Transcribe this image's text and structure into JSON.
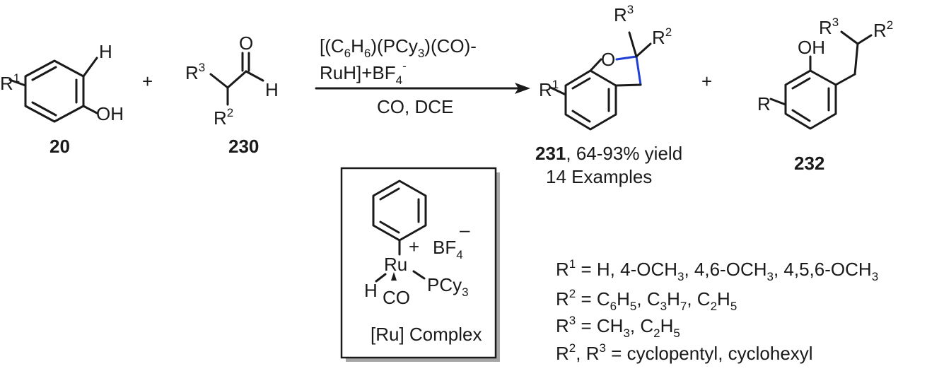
{
  "compound_20": {
    "label": "20",
    "substituent": "R",
    "substituent_sup": "1",
    "ortho_h": "H",
    "hydroxyl": "OH"
  },
  "plus_1": "+",
  "compound_230": {
    "label": "230",
    "r3": "R",
    "r3_sup": "3",
    "r2": "R",
    "r2_sup": "2",
    "carbonyl_o": "O",
    "aldehyde_h": "H"
  },
  "conditions": {
    "line1_a": "[(C",
    "line1_sub1": "6",
    "line1_b": "H",
    "line1_sub2": "6",
    "line1_c": ")(PCy",
    "line1_sub3": "3",
    "line1_d": ")(CO)-",
    "line2_a": "RuH]+BF",
    "line2_sub": "4",
    "line2_sup": "-",
    "line3": "CO, DCE"
  },
  "compound_231": {
    "label": "231",
    "yield": ", 64-93% yield",
    "examples": "14 Examples",
    "ring_o": "O",
    "r1": "R",
    "r1_sup": "1",
    "r2": "R",
    "r2_sup": "2",
    "r3": "R",
    "r3_sup": "3"
  },
  "plus_2": "+",
  "compound_232": {
    "label": "232",
    "r": "R",
    "oh": "OH",
    "r2": "R",
    "r2_sup": "2",
    "r3": "R",
    "r3_sup": "3"
  },
  "ru_complex": {
    "title": "[Ru] Complex",
    "plus": "+",
    "bf4": "BF",
    "bf4_sub": "4",
    "bf4_minus": "–",
    "metal": "Ru",
    "hydride": "H",
    "carbonyl": "CO",
    "phosphine": "PCy",
    "phosphine_sub": "3"
  },
  "r_groups": {
    "line1_r": "R",
    "line1_sup": "1",
    "line1_a": " = H, 4-OCH",
    "line1_s1": "3",
    "line1_b": ", 4,6-OCH",
    "line1_s2": "3",
    "line1_c": ", 4,5,6-OCH",
    "line1_s3": "3",
    "line2_r": "R",
    "line2_sup": "2",
    "line2_a": " = C",
    "line2_s1": "6",
    "line2_b": "H",
    "line2_s2": "5",
    "line2_c": ", C",
    "line2_s3": "3",
    "line2_d": "H",
    "line2_s4": "7",
    "line2_e": ", C",
    "line2_s5": "2",
    "line2_f": "H",
    "line2_s6": "5",
    "line3_r": "R",
    "line3_sup": "3",
    "line3_a": " = CH",
    "line3_s1": "3",
    "line3_b": ", C",
    "line3_s2": "2",
    "line3_c": "H",
    "line3_s3": "5",
    "line4_r1": "R",
    "line4_sup1": "2",
    "line4_mid": ", R",
    "line4_sup2": "3",
    "line4_a": " = cyclopentyl, cyclohexyl"
  }
}
